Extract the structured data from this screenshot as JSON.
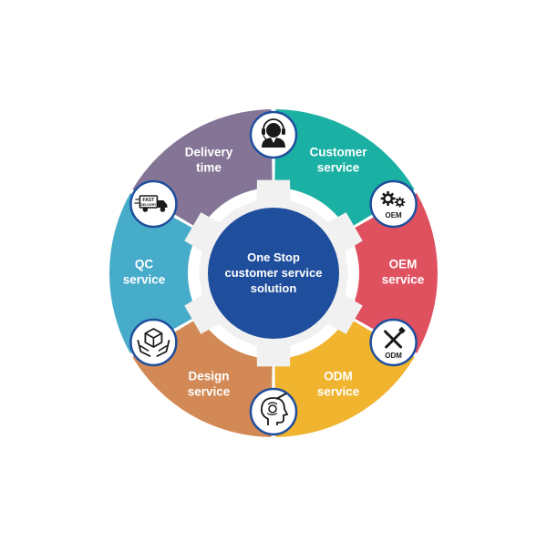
{
  "center": {
    "lines": [
      "One Stop",
      "customer service",
      "solution"
    ],
    "color": "#1f4e9c"
  },
  "segments": [
    {
      "id": "customer-service",
      "lines": [
        "Customer",
        "service"
      ],
      "color": "#1bb0a4",
      "icon": "headset-agent-icon"
    },
    {
      "id": "oem-service",
      "lines": [
        "OEM",
        "service"
      ],
      "color": "#e05160",
      "icon": "oem-gears-icon",
      "badge": "OEM"
    },
    {
      "id": "odm-service",
      "lines": [
        "ODM",
        "service"
      ],
      "color": "#f0b42f",
      "icon": "odm-tools-icon",
      "badge": "ODM"
    },
    {
      "id": "design-service",
      "lines": [
        "Design",
        "service"
      ],
      "color": "#d28955",
      "icon": "design-head-icon"
    },
    {
      "id": "qc-service",
      "lines": [
        "QC",
        "service"
      ],
      "color": "#47acc9",
      "icon": "hands-box-icon"
    },
    {
      "id": "delivery-time",
      "lines": [
        "Delivery",
        "time"
      ],
      "color": "#847596",
      "icon": "delivery-truck-icon",
      "badge_lines": [
        "FAST",
        "DELIVERY"
      ]
    }
  ],
  "gear_color": "#f1f1f1",
  "icon_ring_color": "#1f4e9c"
}
